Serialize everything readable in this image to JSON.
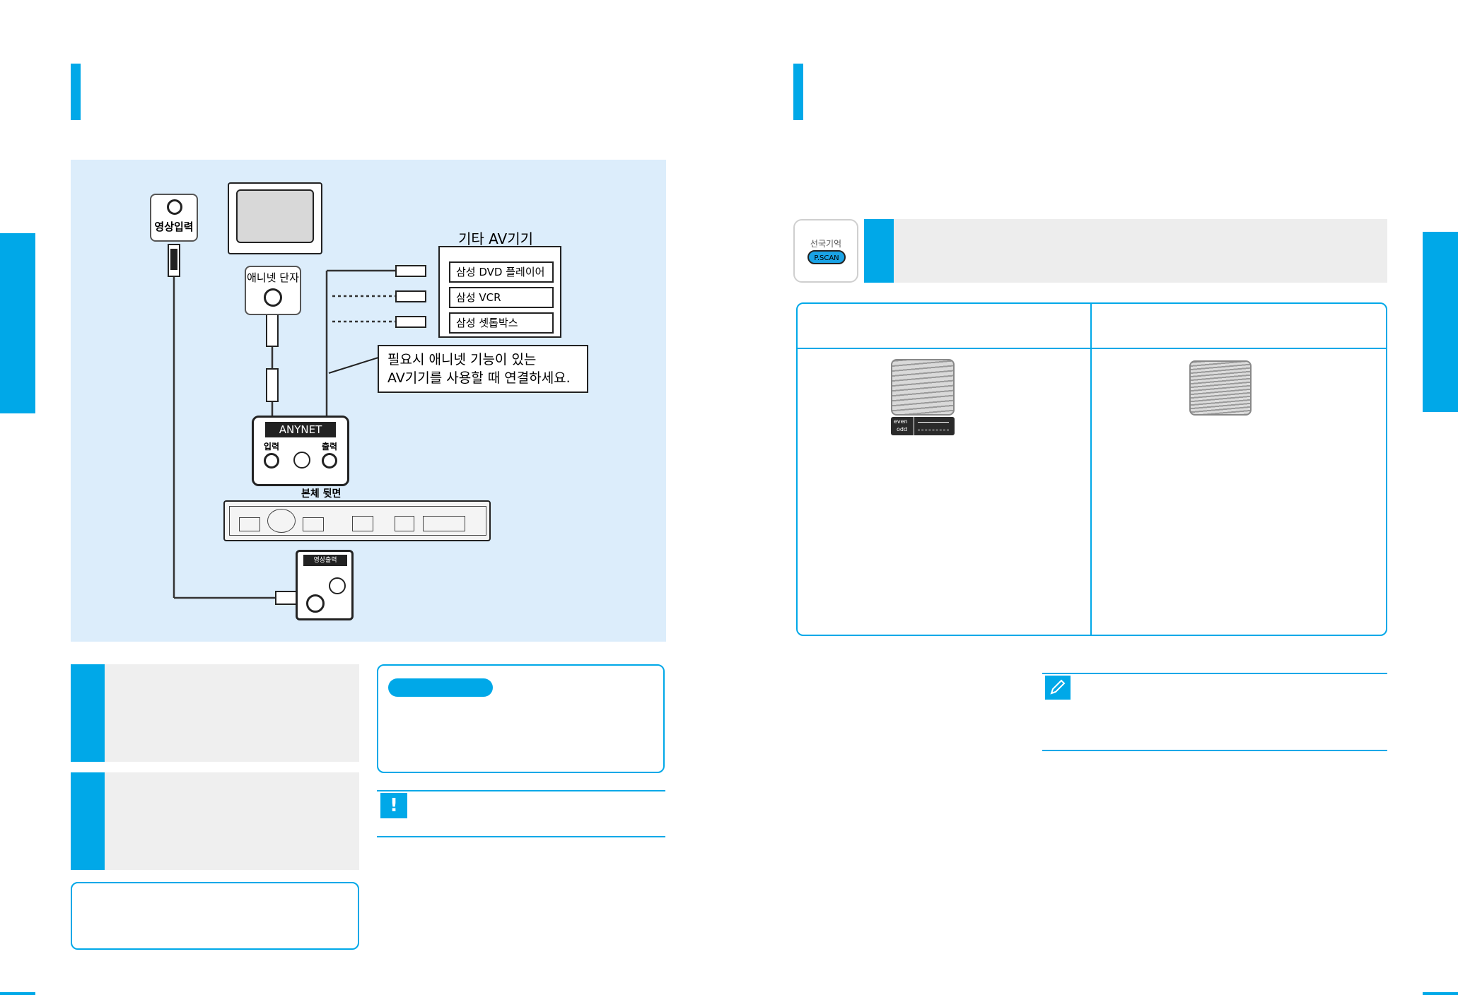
{
  "diagram": {
    "tv_input_label": "영상입력",
    "anynet_terminal_label": "애니넷 단자",
    "other_av_title": "기타 AV기기",
    "devices": [
      {
        "label": "삼성 DVD 플레이어"
      },
      {
        "label": "삼성 VCR"
      },
      {
        "label": "삼성 셋톱박스"
      }
    ],
    "callout_line1": "필요시 애니넷 기능이 있는",
    "callout_line2": "AV기기를 사용할 때 연결하세요.",
    "anynet_panel_title": "ANYNET",
    "anynet_in_label": "입력",
    "anynet_out_label": "출력",
    "rear_panel_label": "본체 뒷면",
    "video_out_label": "영상출력"
  },
  "right_page": {
    "button_caption": "선국기억",
    "button_label": "P.SCAN"
  },
  "scan_figure": {
    "field_labels": [
      "even",
      "odd"
    ]
  }
}
